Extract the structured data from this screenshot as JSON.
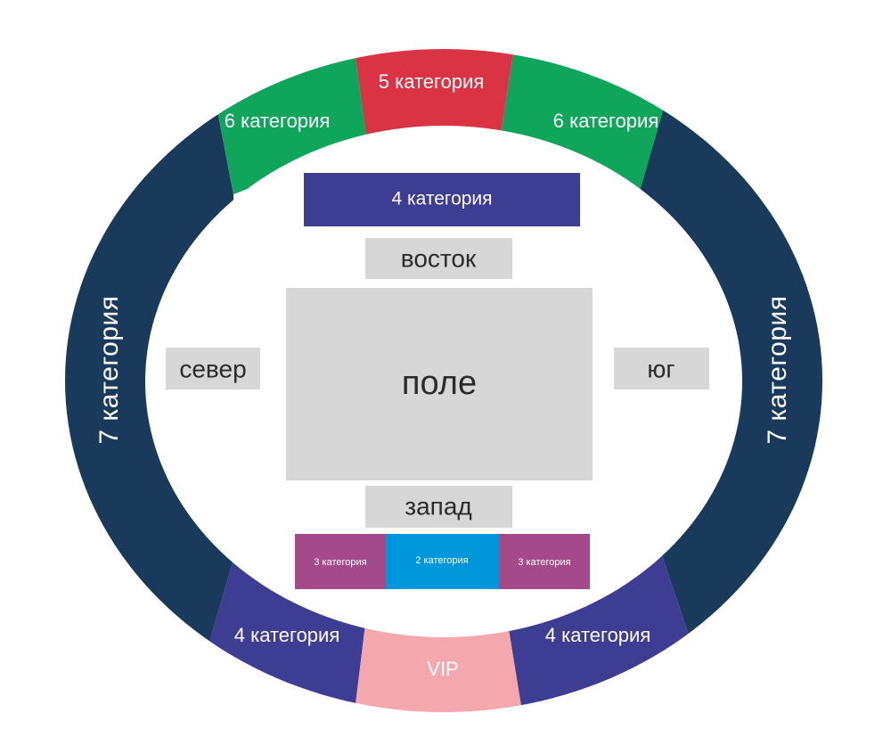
{
  "colors": {
    "dark_navy": "#1a3a5b",
    "green": "#0fa55a",
    "red": "#da3344",
    "purple": "#3d3d93",
    "pink": "#f4a8ae",
    "magenta": "#a44a8b",
    "blue": "#0096dc",
    "gray": "#d7d7d7",
    "gray_text": "#2b2b2b",
    "white": "#ffffff"
  },
  "ring": {
    "top_center": "5 категория",
    "top_left": "6 категория",
    "top_right": "6 категория",
    "left": "7 категория",
    "right": "7 категория",
    "bottom_left": "4 категория",
    "bottom_center": "VIP",
    "bottom_right": "4 категория"
  },
  "inner": {
    "top_block": "4 категория",
    "east": "восток",
    "north": "север",
    "south": "юг",
    "west": "запад",
    "field": "поле",
    "bottom_left": "3 категория",
    "bottom_center": "2 категория",
    "bottom_right": "3 категория"
  }
}
